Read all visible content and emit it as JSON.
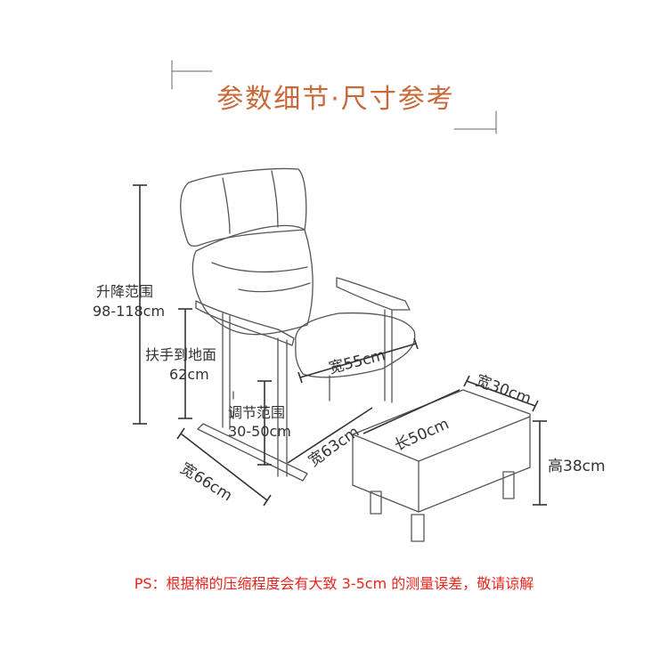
{
  "title": "参数细节·尺寸参考",
  "labels": {
    "lift_range_name": "升降范围",
    "lift_range_value": "98-118cm",
    "armrest_name": "扶手到地面",
    "armrest_value": "62cm",
    "adjust_name": "调节范围",
    "adjust_value": "30-50cm",
    "seat_width": "宽55cm",
    "chair_depth": "宽63cm",
    "base_width": "宽66cm",
    "ottoman_length": "长50cm",
    "ottoman_width": "宽30cm",
    "ottoman_height": "高38cm"
  },
  "note": "PS：根据棉的压缩程度会有大致 3-5cm 的测量误差，敬请谅解",
  "colors": {
    "title": "#c8693a",
    "note": "#e8241c",
    "lines": "#333333"
  }
}
